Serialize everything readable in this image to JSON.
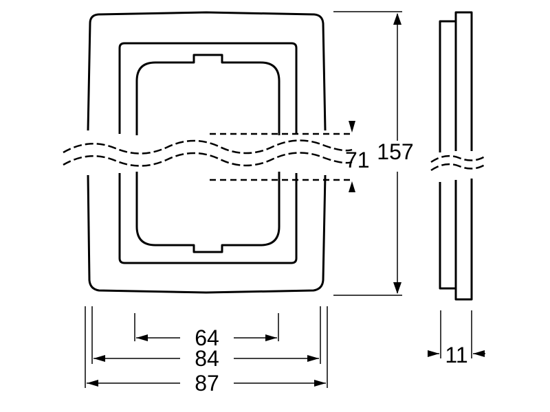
{
  "dimensions": {
    "inner_width": "64",
    "frame_width": "84",
    "outer_width": "87",
    "overall_height": "157",
    "center_spacing": "71",
    "depth": "11"
  }
}
